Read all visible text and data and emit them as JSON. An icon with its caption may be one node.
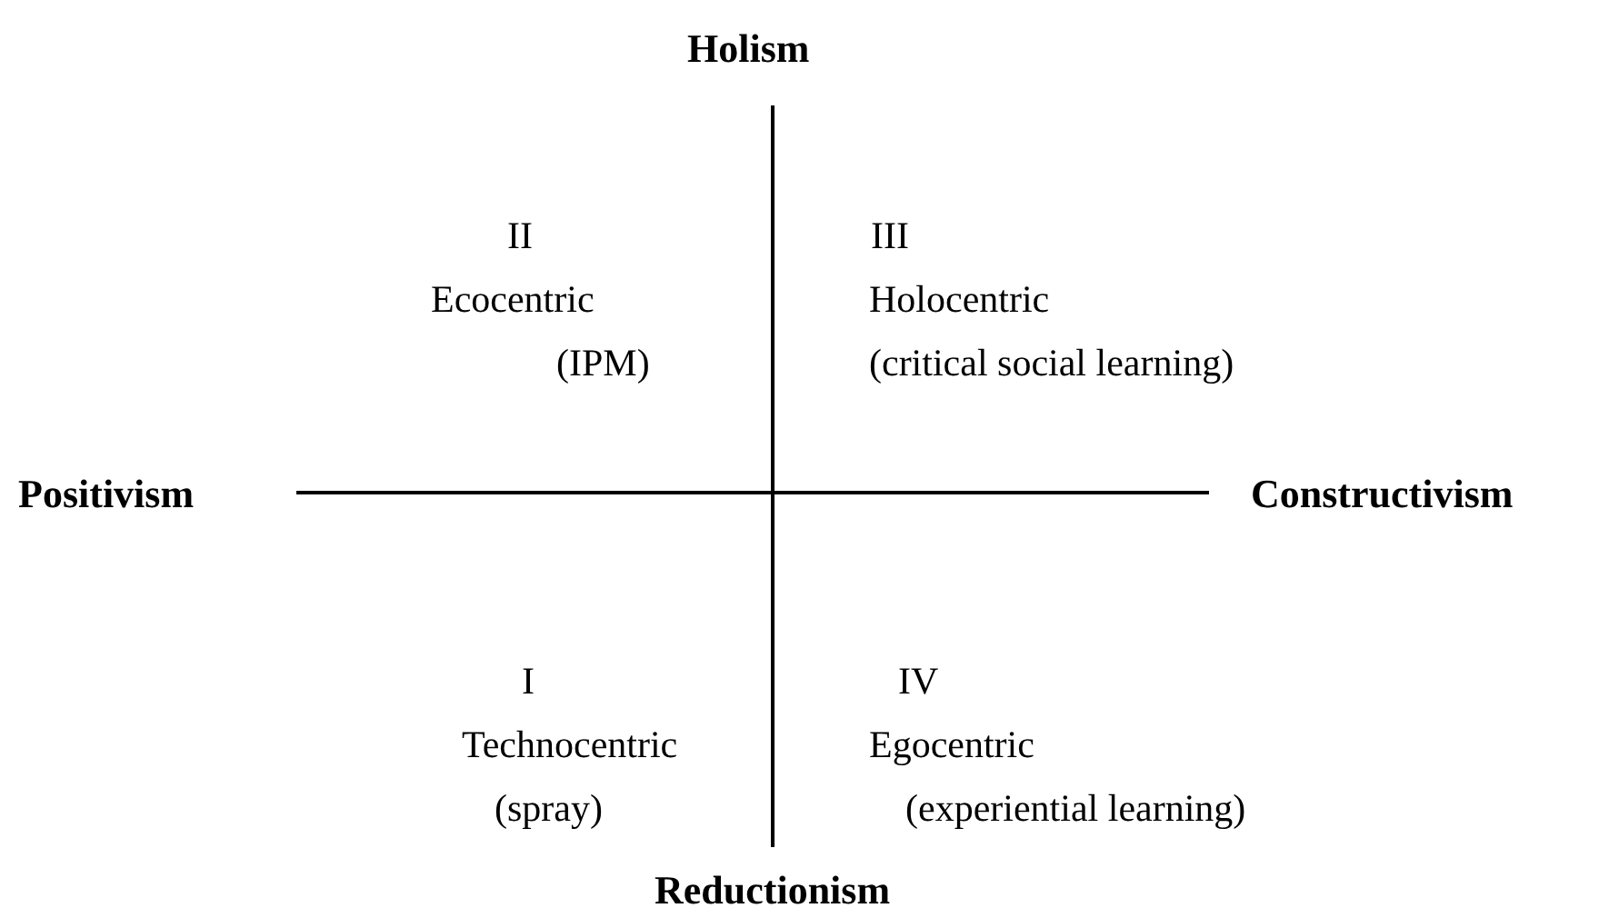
{
  "diagram": {
    "labels": [
      "Holism",
      "II",
      "III",
      "Ecocentric",
      "Holocentric",
      "(IPM)",
      "(critical social learning)",
      "Positivism",
      "Constructivism",
      "I",
      "IV",
      "Technocentric",
      "Egocentric",
      "(spray)",
      "(experiential learning)",
      "Reductionism"
    ]
  }
}
